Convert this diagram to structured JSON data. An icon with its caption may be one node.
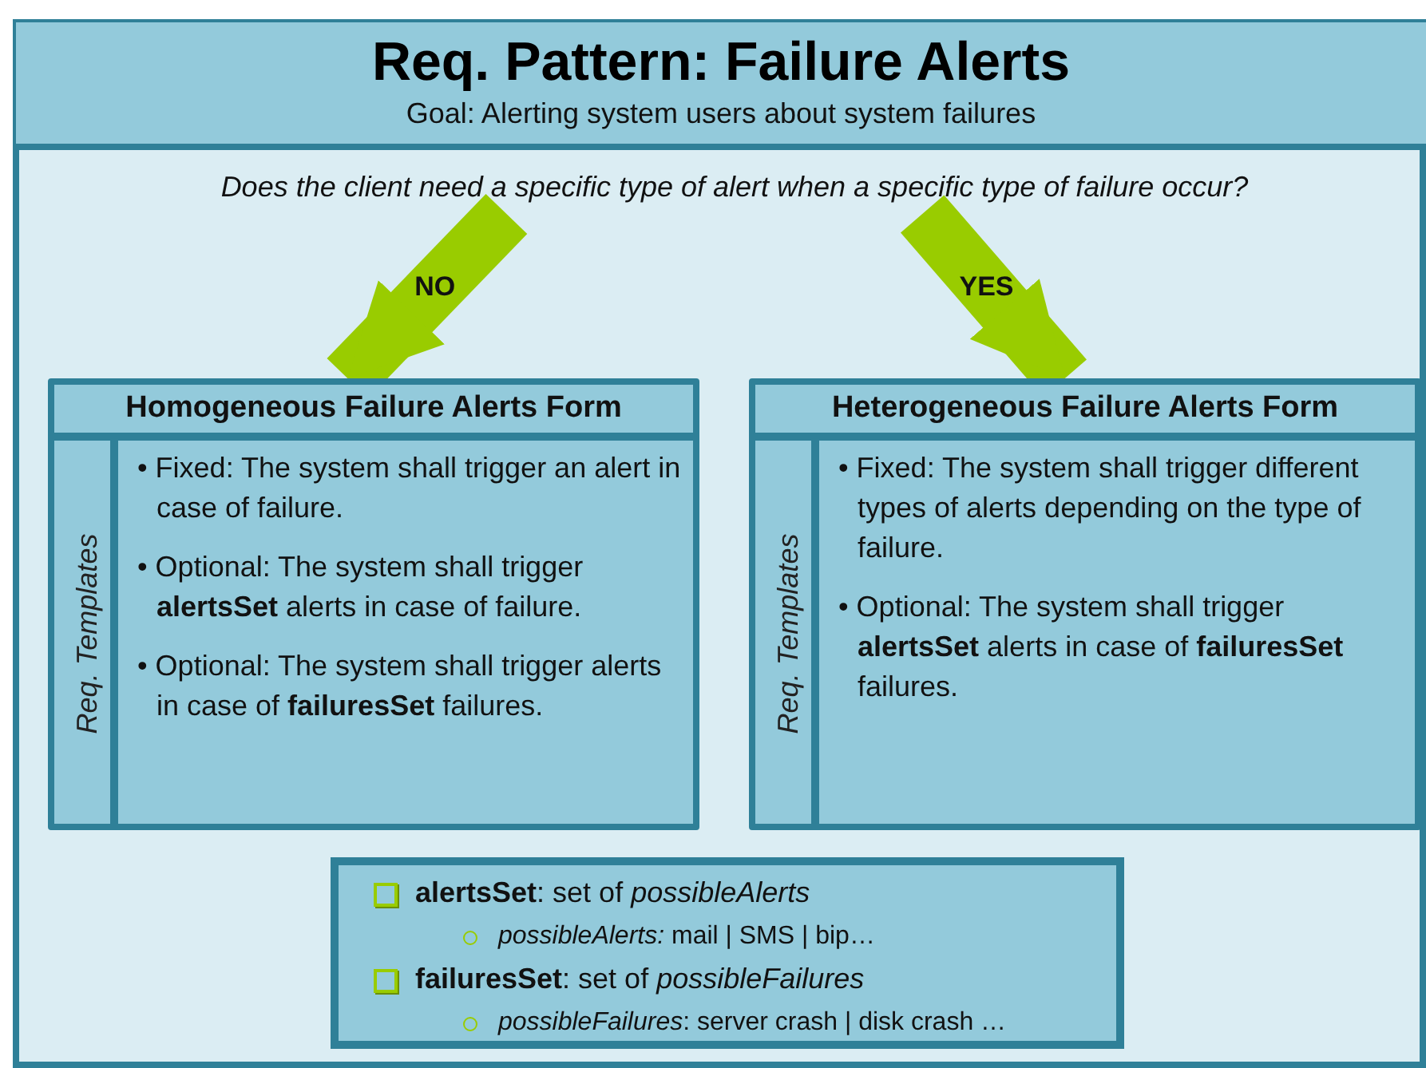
{
  "diagram": {
    "nodes": [
      {
        "text": [
          "Req. Pattern: Failure Alerts",
          "Goal: Alerting system users about system failures"
        ]
      },
      {
        "text": [
          "Does the client need a specific type of alert when a specific type of failure occur?"
        ]
      },
      {
        "text": [
          "Homogeneous Failure Alerts Form"
        ]
      },
      {
        "text": [
          "Req. Templates"
        ],
        "in": 2
      },
      {
        "text": [
          "• Fixed: The system shall trigger an alert in case of  failure.",
          "• Optional: The system shall trigger **alertsSet** alerts in case of failure.",
          "• Optional: The system shall trigger alerts in case of **failuresSet** failures."
        ],
        "in": 2
      },
      {
        "text": [
          "Heterogeneous Failure Alerts Form"
        ]
      },
      {
        "text": [
          "Req. Templates"
        ],
        "in": 5
      },
      {
        "text": [
          "• Fixed: The system shall trigger different types of alerts depending on the type of failure.",
          "• Optional: The system shall trigger **alertsSet** alerts in case of **failuresSet** failures."
        ],
        "in": 5
      },
      {
        "text": [
          "**alertsSet**: set of *possibleAlerts*",
          "*possibleAlerts:* mail | SMS | bip…",
          "**failuresSet**: set of *possibleFailures*",
          "*possibleFailures*: server crash | disk crash …"
        ]
      }
    ],
    "edges": [
      {
        "from": 1,
        "to": 2,
        "arrow": "to",
        "label": "NO"
      },
      {
        "from": 1,
        "to": 5,
        "arrow": "to",
        "label": "YES"
      }
    ]
  }
}
